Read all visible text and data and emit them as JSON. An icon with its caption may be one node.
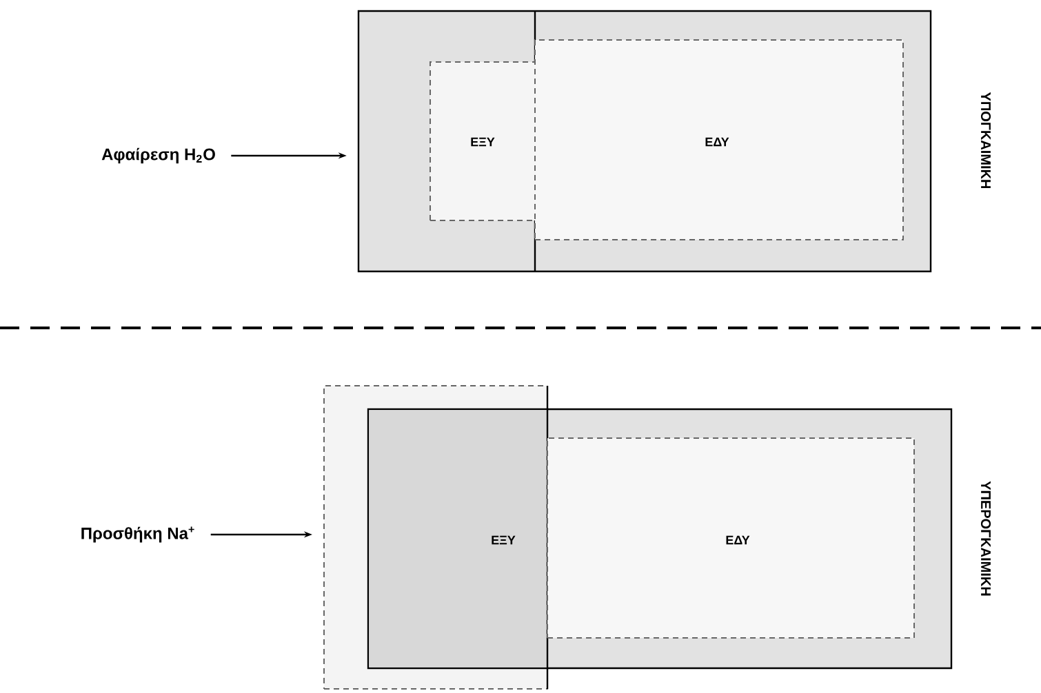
{
  "diagram": {
    "nodes": [
      {
        "text": [
          "Αφαίρεση H$_{2}$O"
        ]
      },
      {
        "text": [],
        "shape": "box",
        "beside": [
          "ΥΠΟΓΚΑΙΜΙΚΗ"
        ]
      },
      {
        "text": [
          "ΕΞΥ"
        ],
        "in": 1
      },
      {
        "text": [
          "ΕΔΥ"
        ],
        "in": 1
      },
      {
        "text": [
          "Προσθήκη Na$^{+}$"
        ]
      },
      {
        "text": [],
        "shape": "box",
        "beside": [
          "ΥΠΕΡΟΓΚΑΙΜΙΚΗ"
        ]
      },
      {
        "text": [
          "ΕΞΥ"
        ]
      },
      {
        "text": [
          "ΕΔΥ"
        ],
        "in": 5
      }
    ],
    "edges": [
      {
        "from": 0,
        "to": 1,
        "arrow": "to"
      },
      {
        "from": 4,
        "to": 6,
        "arrow": "to"
      }
    ]
  }
}
